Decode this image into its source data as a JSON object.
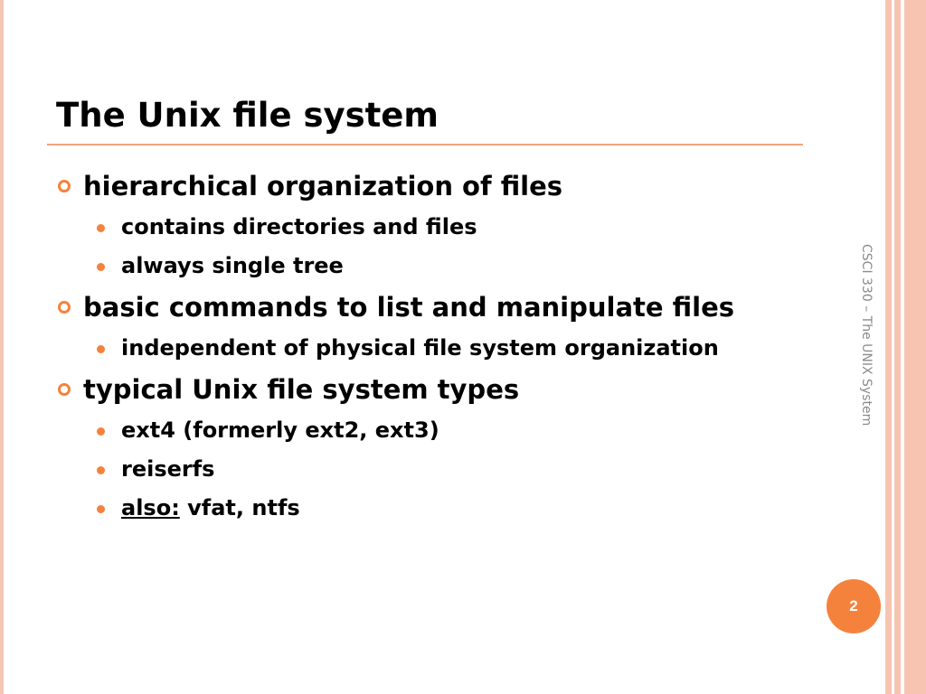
{
  "slide": {
    "title": "The Unix file system",
    "footer_label": "CSCI 330 – The UNIX System",
    "page_number": "2",
    "accent_color": "#f5823c",
    "stripe_color": "#f7c4b1",
    "bullets": [
      {
        "text": "hierarchical organization of files",
        "sub": [
          "contains directories and files",
          "always single tree"
        ]
      },
      {
        "text": "basic commands to list and manipulate files",
        "sub": [
          "independent of physical file system organization"
        ]
      },
      {
        "text": "typical Unix file system types",
        "sub": [
          "ext4 (formerly ext2, ext3)",
          "reiserfs"
        ],
        "last_sub_prefix": "also:",
        "last_sub_rest": " vfat, ntfs"
      }
    ]
  }
}
